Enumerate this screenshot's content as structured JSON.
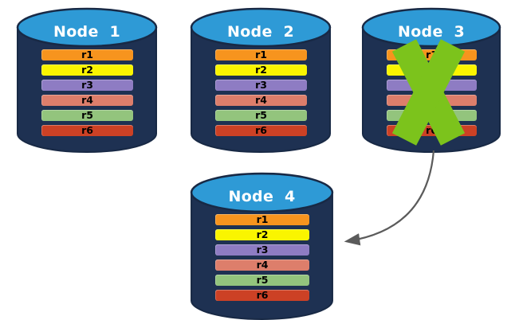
{
  "diagram": {
    "nodes": [
      {
        "id": "node-1",
        "title": "Node  1",
        "rows": [
          {
            "label": "r1",
            "color": "#F7941E"
          },
          {
            "label": "r2",
            "color": "#FAF500"
          },
          {
            "label": "r3",
            "color": "#8E7CC3"
          },
          {
            "label": "r4",
            "color": "#DD7E6B"
          },
          {
            "label": "r5",
            "color": "#93C47D"
          },
          {
            "label": "r6",
            "color": "#CC4125"
          }
        ]
      },
      {
        "id": "node-2",
        "title": "Node  2",
        "rows": [
          {
            "label": "r1",
            "color": "#F7941E"
          },
          {
            "label": "r2",
            "color": "#FAF500"
          },
          {
            "label": "r3",
            "color": "#8E7CC3"
          },
          {
            "label": "r4",
            "color": "#DD7E6B"
          },
          {
            "label": "r5",
            "color": "#93C47D"
          },
          {
            "label": "r6",
            "color": "#CC4125"
          }
        ]
      },
      {
        "id": "node-3",
        "title": "Node  3",
        "failed": true,
        "rows": [
          {
            "label": "r1",
            "color": "#F7941E"
          },
          {
            "label": "r2",
            "color": "#FAF500"
          },
          {
            "label": "r3",
            "color": "#8E7CC3"
          },
          {
            "label": "r4",
            "color": "#DD7E6B"
          },
          {
            "label": "r5",
            "color": "#93C47D"
          },
          {
            "label": "r6",
            "color": "#CC4125"
          }
        ]
      },
      {
        "id": "node-4",
        "title": "Node  4",
        "rows": [
          {
            "label": "r1",
            "color": "#F7941E"
          },
          {
            "label": "r2",
            "color": "#FAF500"
          },
          {
            "label": "r3",
            "color": "#8E7CC3"
          },
          {
            "label": "r4",
            "color": "#DD7E6B"
          },
          {
            "label": "r5",
            "color": "#93C47D"
          },
          {
            "label": "r6",
            "color": "#CC4125"
          }
        ]
      }
    ],
    "colors": {
      "background": "#FFFFFF",
      "cylinder_body": "#1E3152",
      "cylinder_top": "#2E9AD6",
      "cylinder_outline": "#182945",
      "title_text": "#FFFFFF",
      "row_label_text": "#000000",
      "failure_x": "#7CC31C",
      "arrow": "#5B5B5B"
    },
    "icons": {
      "failure": "x-mark-icon",
      "transfer": "curved-arrow-icon"
    },
    "annotations": {
      "failure_x_on": "node-3",
      "arrow_from": "node-3",
      "arrow_to": "node-4"
    }
  }
}
